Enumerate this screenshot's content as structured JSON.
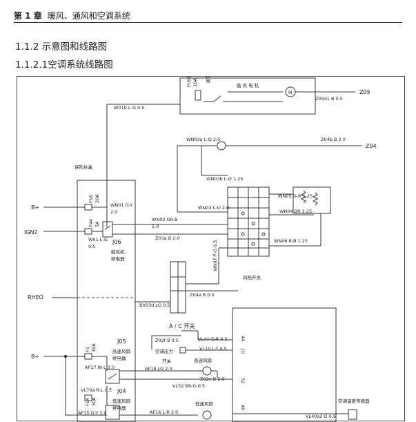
{
  "header": {
    "chapter": "第 1 章",
    "title": "暖风、通风和空调系统"
  },
  "section": {
    "number": "1.1.2",
    "title": "示意图和线路图"
  },
  "subsection": {
    "number": "1.1.2.1",
    "title": "空调系统线路图"
  },
  "diagram": {
    "fuse_label": "FUSE",
    "fuse_rating": "10A",
    "blower_relay_switch": "调节开关",
    "blower_fan_text": "鼓 风 电 机",
    "wire_w01b": "W01b L-G 0.5",
    "connector_z05": "Z05",
    "wire_z05d1b": "Z05d1 B 0.5",
    "wire_wn03a": "WN03a L-O 2.0",
    "wire_z04b": "Z04b B 2.0",
    "connector_z04": "Z04",
    "fuse_box_label": "保险丝盒",
    "wire_wn03b": "WN03b L-O 1.25",
    "wire_wn03": "WN03 L-O 2.0",
    "b_plus_top": "B+",
    "fuse_f16": "F16",
    "fuse_f16_rating": "20A",
    "wire_wn01": "WN01 G-Y",
    "wire_wn01_size": "2.0",
    "wire_wn02": "WN02 GR-B",
    "wire_wn02_size": "2.0",
    "wire_z03a": "Z03a B 2.0",
    "ign2_label": "IGN2",
    "fuse_f44": "F44",
    "fuse_f44_rating": "5A",
    "wire_w01": "W01 L-G",
    "wire_w01_size": "0.5",
    "relay_j06": "J06",
    "relay_j06_name1": "鼓风机",
    "relay_j06_name2": "继电器",
    "wire_wn05": "WN05 G-R 1.25",
    "wire_wn04": "WN04 BR 1.25",
    "wire_wn06": "WN06 R-B 1.25",
    "wire_wn07": "WN07 P-G 0.5",
    "blower_switch_label": "风档开关",
    "rheo_label": "RHEO",
    "wire_bx03d": "BX03d LG 0.5",
    "wire_z04a": "Z04a B 0.5",
    "ac_switch_label": "A / C 开关",
    "wire_z02f": "Z02f B 0.5",
    "wire_vl44": "VL44 G-R 0.5",
    "wire_vl10": "VL10 L-Y 0.5",
    "pressure_switch_label1": "空调压力",
    "pressure_switch_label2": "开关",
    "pin_44": "44",
    "pin_10": "10",
    "pin_52": "52",
    "pin_40": "40",
    "relay_j05": "J05",
    "relay_j05_name1": "高速风扇",
    "relay_j05_name2": "继电器",
    "b_plus_bottom": "B+",
    "fuse_f5": "F5",
    "fuse_f5_rating": "30A",
    "wire_af17": "AF17 W-L 3.0",
    "wire_af18": "AF18 LG 2.0",
    "high_fan_label": "高速风扇",
    "wire_vl52": "VL52 BR-G 0.5",
    "wire_z02e": "Z02e B 2.0",
    "relay_j04": "J04",
    "relay_j04_name1": "低速风扇",
    "relay_j04_name2": "继电器",
    "wire_vl70a": "VL70a R-L 0.5",
    "fuse_f14": "F14",
    "fuse_f14_rating": "30A",
    "wire_af15": "AF15 G-Y 3.0",
    "wire_af16": "AF16 L-R 2.0",
    "low_fan_label": "低速风扇",
    "temp_sensor_label": "空调温度传感器",
    "wire_vl_bottom": "VL40a2 G 0.5"
  }
}
